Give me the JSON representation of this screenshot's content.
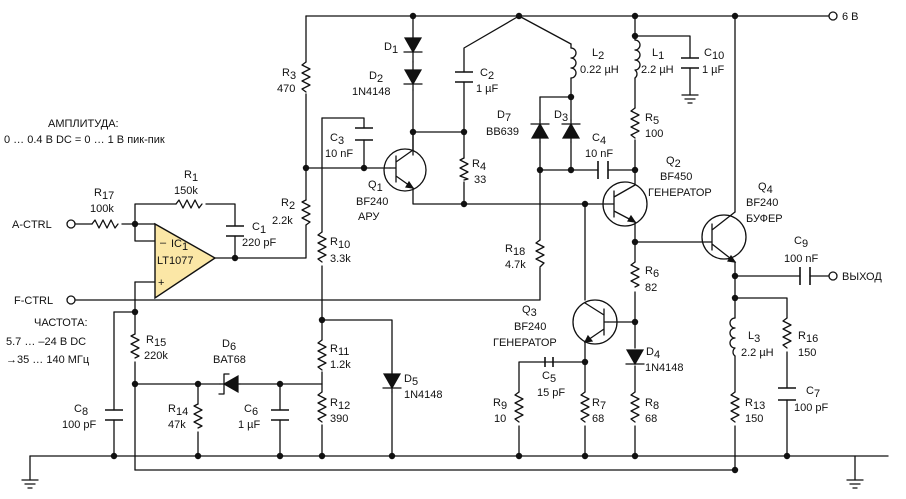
{
  "supply_label": "6 В",
  "terminals": {
    "a_ctrl": "A-CTRL",
    "f_ctrl": "F-CTRL",
    "output": "ВЫХОД"
  },
  "notes": {
    "amplitude_1": "АМПЛИТУДА:",
    "amplitude_2": "0 … 0.4 В DC = 0 … 1 В пик-пик",
    "freq_1": "ЧАСТОТА:",
    "freq_2": "5.7 … –24 В DC",
    "freq_3": "→35 … 140 МГц"
  },
  "components": {
    "R1": {
      "ref": "R",
      "sub": "1",
      "value": "150k"
    },
    "R2": {
      "ref": "R",
      "sub": "2",
      "value": "2.2k"
    },
    "R3": {
      "ref": "R",
      "sub": "3",
      "value": "470"
    },
    "R4": {
      "ref": "R",
      "sub": "4",
      "value": "33"
    },
    "R5": {
      "ref": "R",
      "sub": "5",
      "value": "100"
    },
    "R6": {
      "ref": "R",
      "sub": "6",
      "value": "82"
    },
    "R7": {
      "ref": "R",
      "sub": "7",
      "value": "68"
    },
    "R8": {
      "ref": "R",
      "sub": "8",
      "value": "68"
    },
    "R9": {
      "ref": "R",
      "sub": "9",
      "value": "10"
    },
    "R10": {
      "ref": "R",
      "sub": "10",
      "value": "3.3k"
    },
    "R11": {
      "ref": "R",
      "sub": "11",
      "value": "1.2k"
    },
    "R12": {
      "ref": "R",
      "sub": "12",
      "value": "390"
    },
    "R13": {
      "ref": "R",
      "sub": "13",
      "value": "150"
    },
    "R14": {
      "ref": "R",
      "sub": "14",
      "value": "47k"
    },
    "R15": {
      "ref": "R",
      "sub": "15",
      "value": "220k"
    },
    "R16": {
      "ref": "R",
      "sub": "16",
      "value": "150"
    },
    "R17": {
      "ref": "R",
      "sub": "17",
      "value": "100k"
    },
    "R18": {
      "ref": "R",
      "sub": "18",
      "value": "4.7k"
    },
    "C1": {
      "ref": "C",
      "sub": "1",
      "value": "220 pF"
    },
    "C2": {
      "ref": "C",
      "sub": "2",
      "value": "1 µF"
    },
    "C3": {
      "ref": "C",
      "sub": "3",
      "value": "10 nF"
    },
    "C4": {
      "ref": "C",
      "sub": "4",
      "value": "10 nF"
    },
    "C5": {
      "ref": "C",
      "sub": "5",
      "value": "15 pF"
    },
    "C6": {
      "ref": "C",
      "sub": "6",
      "value": "1 µF"
    },
    "C7": {
      "ref": "C",
      "sub": "7",
      "value": "100 pF"
    },
    "C8": {
      "ref": "C",
      "sub": "8",
      "value": "100 pF"
    },
    "C9": {
      "ref": "C",
      "sub": "9",
      "value": "100 nF"
    },
    "C10": {
      "ref": "C",
      "sub": "10",
      "value": "1 µF"
    },
    "L1": {
      "ref": "L",
      "sub": "1",
      "value": "2.2 µH"
    },
    "L2": {
      "ref": "L",
      "sub": "2",
      "value": "0.22 µH"
    },
    "L3": {
      "ref": "L",
      "sub": "3",
      "value": "2.2 µH"
    },
    "D1": {
      "ref": "D",
      "sub": "1",
      "value": ""
    },
    "D2": {
      "ref": "D",
      "sub": "2",
      "value": "1N4148"
    },
    "D3": {
      "ref": "D",
      "sub": "3",
      "value": ""
    },
    "D4": {
      "ref": "D",
      "sub": "4",
      "value": "1N4148"
    },
    "D5": {
      "ref": "D",
      "sub": "5",
      "value": "1N4148"
    },
    "D6": {
      "ref": "D",
      "sub": "6",
      "value": "BAT68"
    },
    "D7": {
      "ref": "D",
      "sub": "7",
      "value": "BB639"
    },
    "Q1": {
      "ref": "Q",
      "sub": "1",
      "value": "BF240",
      "role": "АРУ"
    },
    "Q2": {
      "ref": "Q",
      "sub": "2",
      "value": "BF450",
      "role": "ГЕНЕРАТОР"
    },
    "Q3": {
      "ref": "Q",
      "sub": "3",
      "value": "BF240",
      "role": "ГЕНЕРАТОР"
    },
    "Q4": {
      "ref": "Q",
      "sub": "4",
      "value": "BF240",
      "role": "БУФЕР"
    },
    "IC1": {
      "ref": "IC",
      "sub": "1",
      "value": "LT1077",
      "minus": "–",
      "plus": "+"
    }
  },
  "colors": {
    "wire": "#111111",
    "opamp_fill": "#fbe7a6"
  }
}
